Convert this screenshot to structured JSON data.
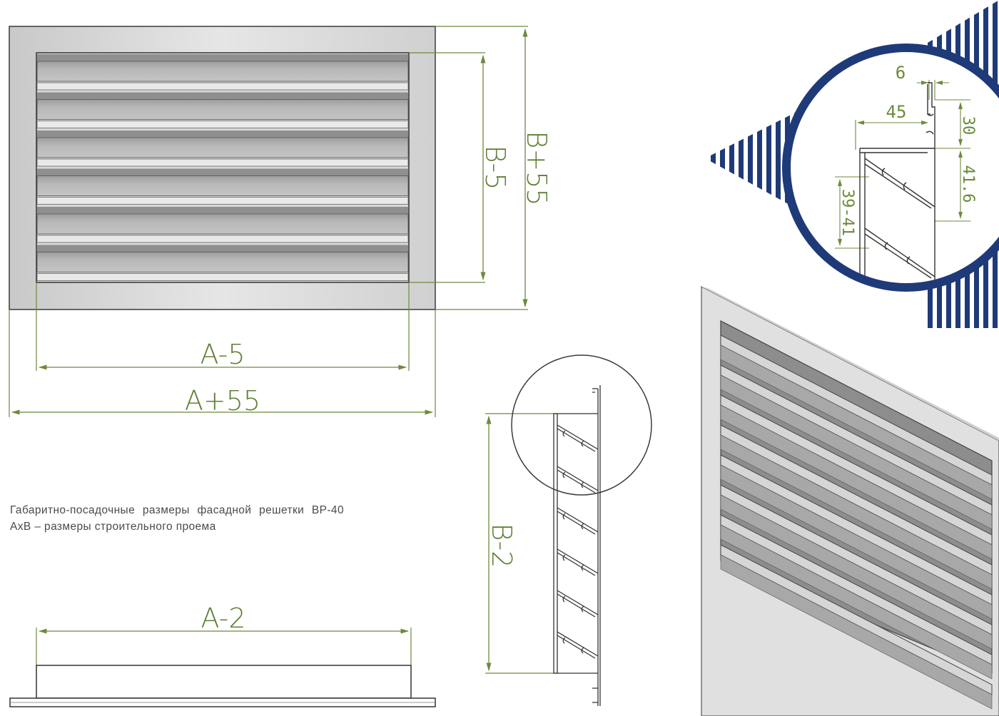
{
  "front_view": {
    "dim_inner_width": "A-5",
    "dim_outer_width": "A+55",
    "dim_inner_height": "B-5",
    "dim_outer_height": "B+55"
  },
  "top_view": {
    "dim_width": "A-2"
  },
  "side_view": {
    "dim_height": "B-2"
  },
  "detail_view": {
    "dim_6": "6",
    "dim_45": "45",
    "dim_30": "30",
    "dim_41_6": "41.6",
    "dim_39_41": "39-41"
  },
  "caption": {
    "line1": "Габаритно-посадочные размеры фасадной решетки ВР-40",
    "line2": "AxB – размеры строительного проема"
  },
  "colors": {
    "dimension_lines": "#6c8a3c",
    "accent_navy": "#1f3a78",
    "grille_fill": "#bdbdbd",
    "drawing_lines": "#3a3a3a"
  }
}
